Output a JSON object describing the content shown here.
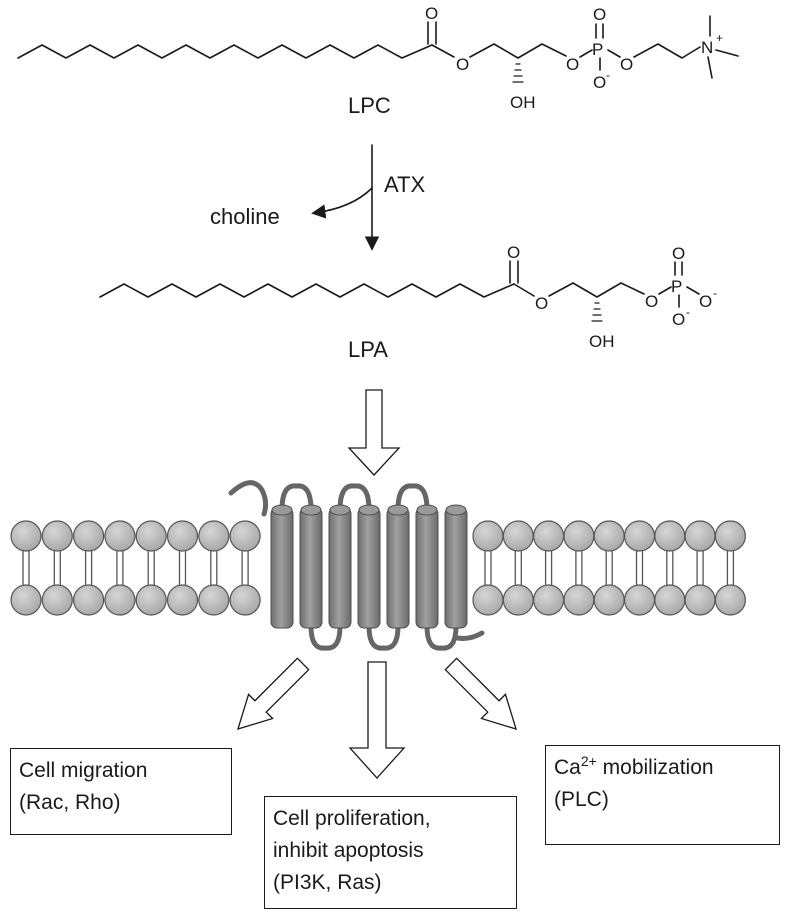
{
  "lpc": {
    "name": "LPC",
    "atoms": {
      "o_carbonyl": "O",
      "o_ester": "O",
      "oh": "OH",
      "p": "P",
      "o_p_top": "O",
      "o_p_left": "O",
      "o_p_right": "O",
      "o_minus": "O",
      "minus": "-",
      "n": "N",
      "plus": "+"
    }
  },
  "enzyme": {
    "name": "ATX",
    "byproduct": "choline"
  },
  "lpa": {
    "name": "LPA",
    "atoms": {
      "o_carbonyl": "O",
      "o_ester": "O",
      "oh": "OH",
      "p": "P",
      "o_p_top": "O",
      "o_p_left": "O",
      "o_p_right": "O",
      "o_p_bottom": "O",
      "minus_right": "-",
      "minus_bottom": "-"
    }
  },
  "effects": {
    "migration": {
      "line1": "Cell migration",
      "line2": "(Rac, Rho)"
    },
    "proliferation": {
      "line1": "Cell proliferation,",
      "line2": "inhibit apoptosis",
      "line3": "(PI3K, Ras)"
    },
    "calcium": {
      "prefix": "Ca",
      "sup": "2+",
      "suffix": " mobilization",
      "line2": "(PLC)"
    }
  }
}
